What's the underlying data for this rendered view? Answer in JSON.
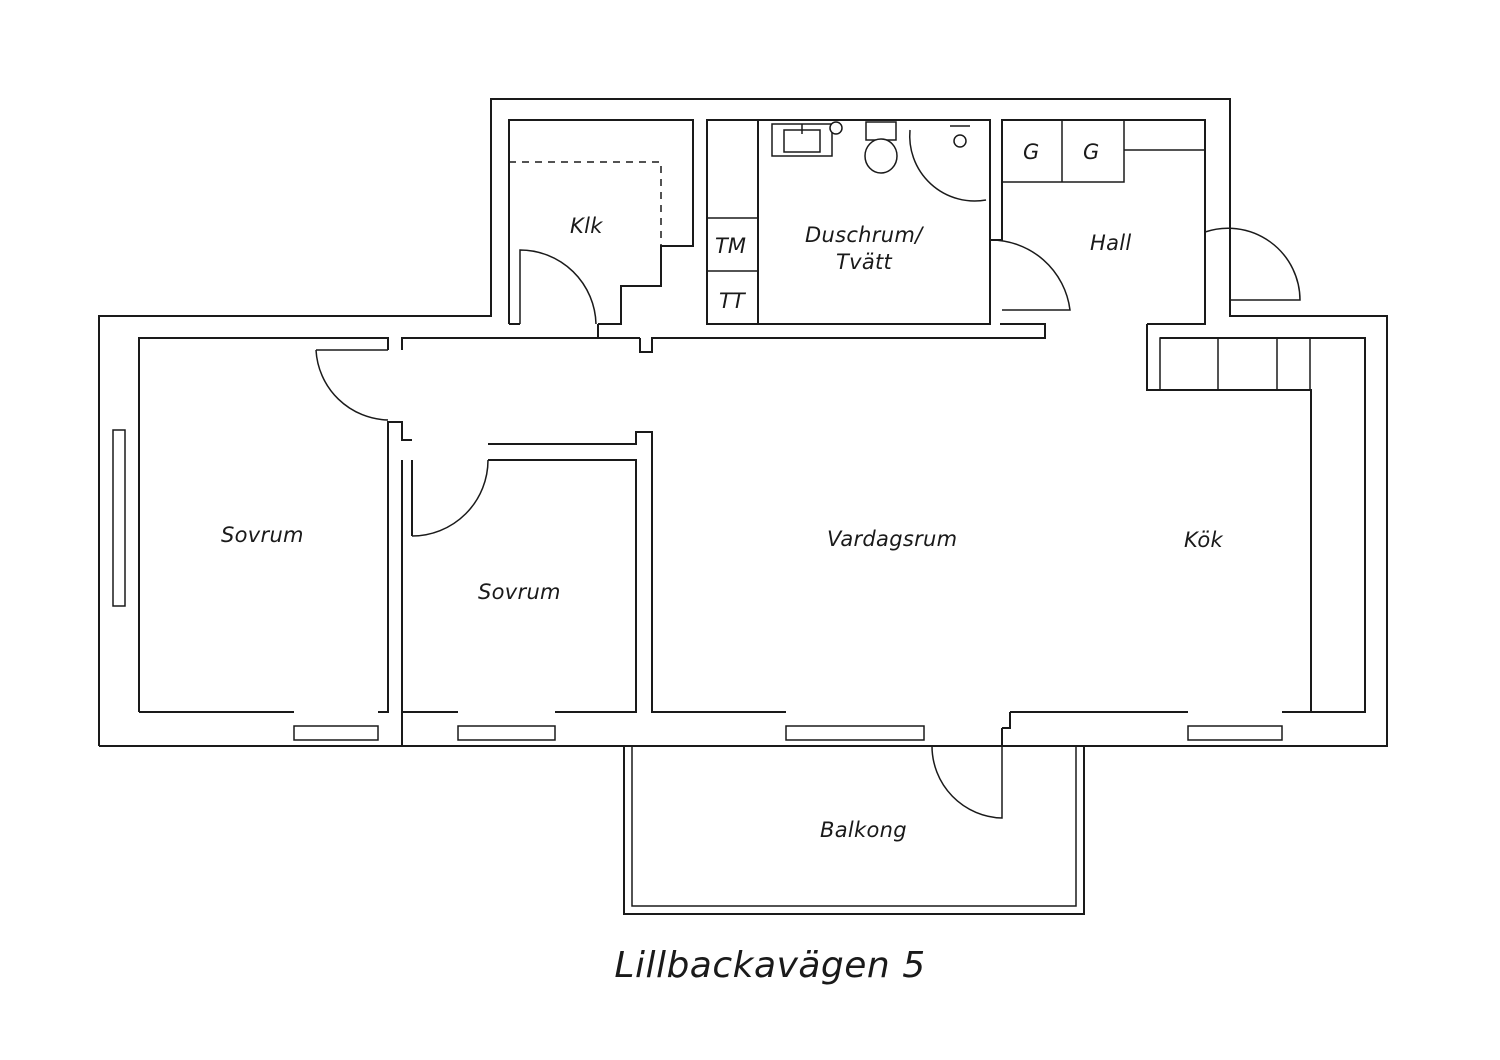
{
  "title": "Lillbackavägen 5",
  "rooms": {
    "klk": "Klk",
    "duschrum_line1": "Duschrum/",
    "duschrum_line2": "Tvätt",
    "hall": "Hall",
    "sovrum_1": "Sovrum",
    "sovrum_2": "Sovrum",
    "vardagsrum": "Vardagsrum",
    "kok": "Kök",
    "balkong": "Balkong"
  },
  "fixtures": {
    "tm": "TM",
    "tt": "TT",
    "g1": "G",
    "g2": "G"
  }
}
